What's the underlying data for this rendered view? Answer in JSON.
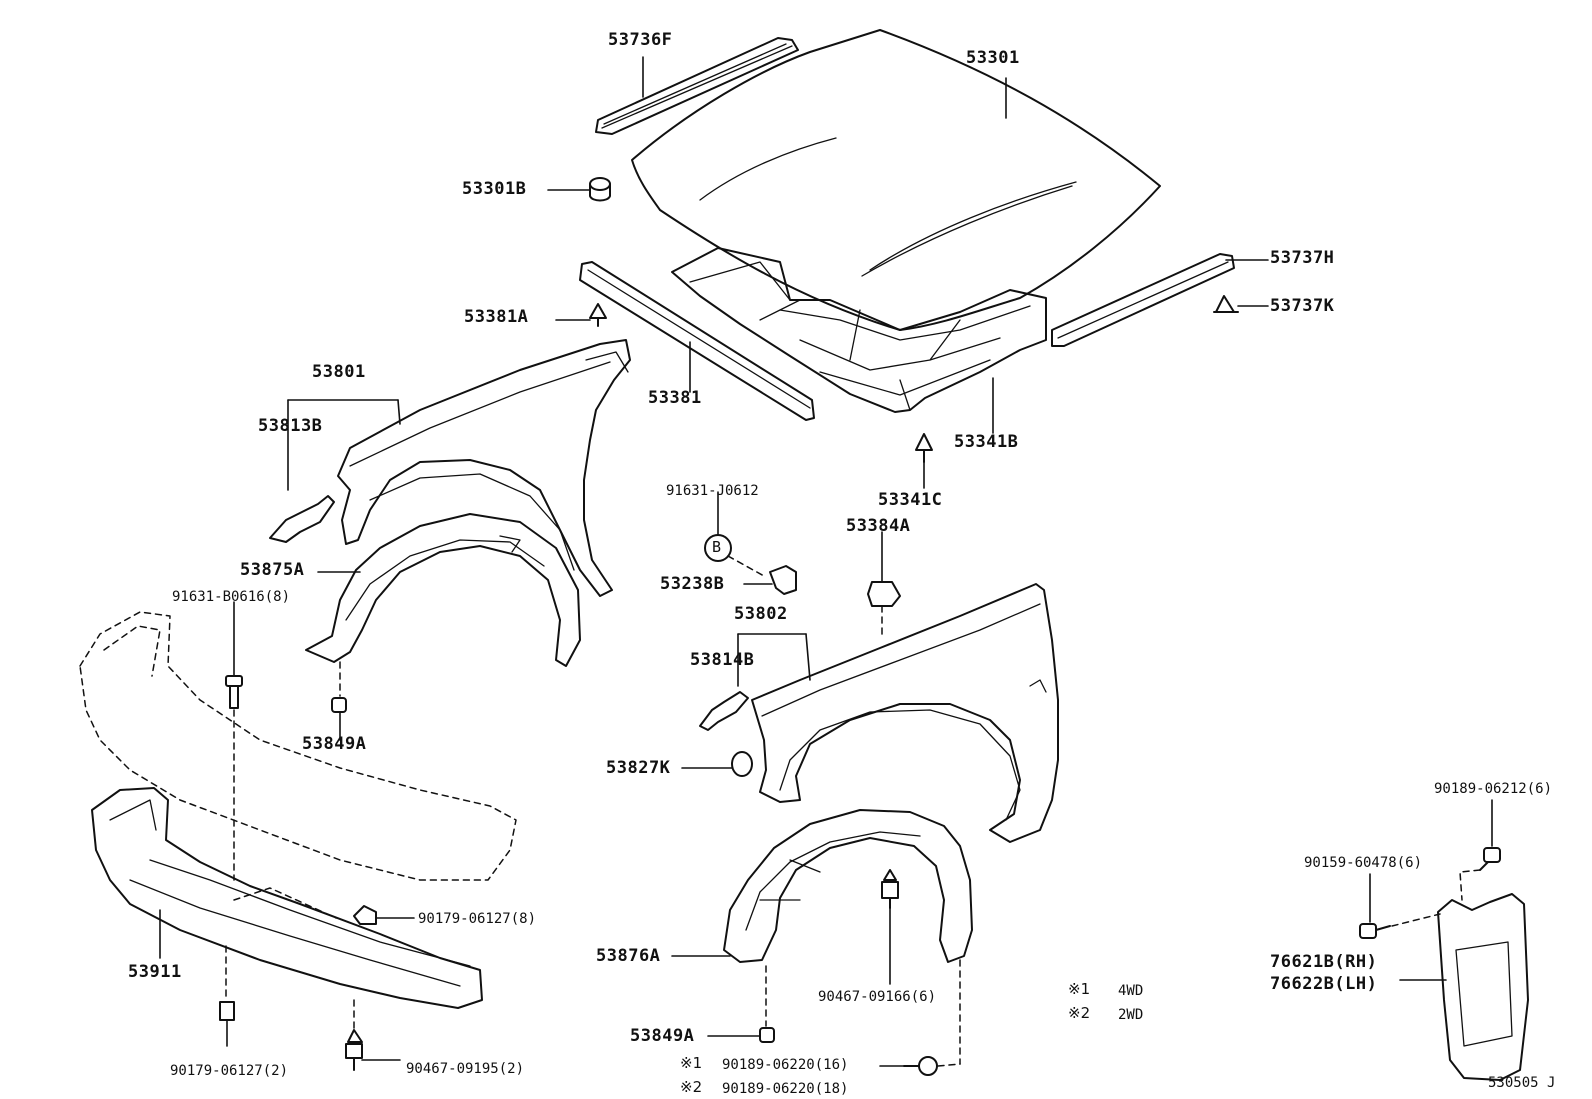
{
  "parts": {
    "p53736F": "53736F",
    "p53301": "53301",
    "p53301B": "53301B",
    "p53737H": "53737H",
    "p53737K": "53737K",
    "p53381A": "53381A",
    "p53381": "53381",
    "p53341B": "53341B",
    "p53341C": "53341C",
    "p53801": "53801",
    "p53813B": "53813B",
    "p53875A": "53875A",
    "p91631B0616": "91631-B0616(8)",
    "p53849A_left": "53849A",
    "p91631J0612": "91631-J0612",
    "callout_b": "B",
    "p53238B": "53238B",
    "p53802": "53802",
    "p53814B": "53814B",
    "p53384A": "53384A",
    "p53827K": "53827K",
    "p90179_06127_8": "90179-06127(8)",
    "p53911": "53911",
    "p90179_06127_2": "90179-06127(2)",
    "p90467_09195": "90467-09195(2)",
    "p53876A": "53876A",
    "p90467_09166": "90467-09166(6)",
    "p53849A_right": "53849A",
    "p90189_06220_16": "90189-06220(16)",
    "p90189_06220_18": "90189-06220(18)",
    "p90189_06212": "90189-06212(6)",
    "p90159_60478": "90159-60478(6)",
    "p76621B": "76621B(RH)",
    "p76622B": "76622B(LH)"
  },
  "legend": {
    "mark1": "※1",
    "mark2": "※2",
    "note1": "4WD",
    "note2": "2WD"
  },
  "diagram_code": "530505 J"
}
